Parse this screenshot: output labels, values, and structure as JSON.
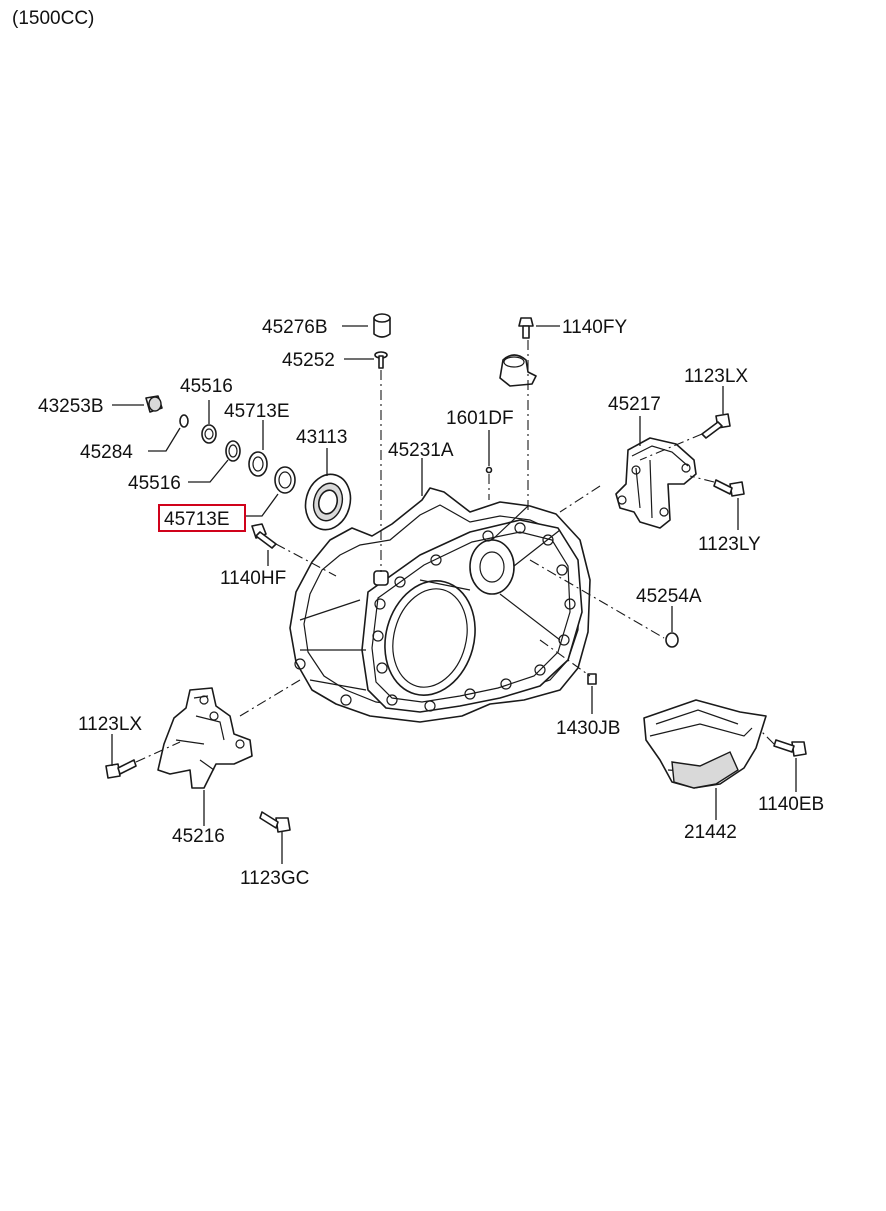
{
  "header": {
    "caption": "(1500CC)"
  },
  "highlight_color": "#d0021b",
  "labels": {
    "l_45276B": "45276B",
    "l_45252": "45252",
    "l_1140FY": "1140FY",
    "l_43253B": "43253B",
    "l_45516a": "45516",
    "l_45713Ea": "45713E",
    "l_45284": "45284",
    "l_45516b": "45516",
    "l_43113": "43113",
    "l_45231A": "45231A",
    "l_1601DF": "1601DF",
    "l_45217": "45217",
    "l_1123LXa": "1123LX",
    "l_1123LY": "1123LY",
    "l_45713Eb": "45713E",
    "l_1140HF": "1140HF",
    "l_45254A": "45254A",
    "l_1123LXb": "1123LX",
    "l_1430JB": "1430JB",
    "l_1140EB": "1140EB",
    "l_21442": "21442",
    "l_45216": "45216",
    "l_1123GC": "1123GC"
  }
}
